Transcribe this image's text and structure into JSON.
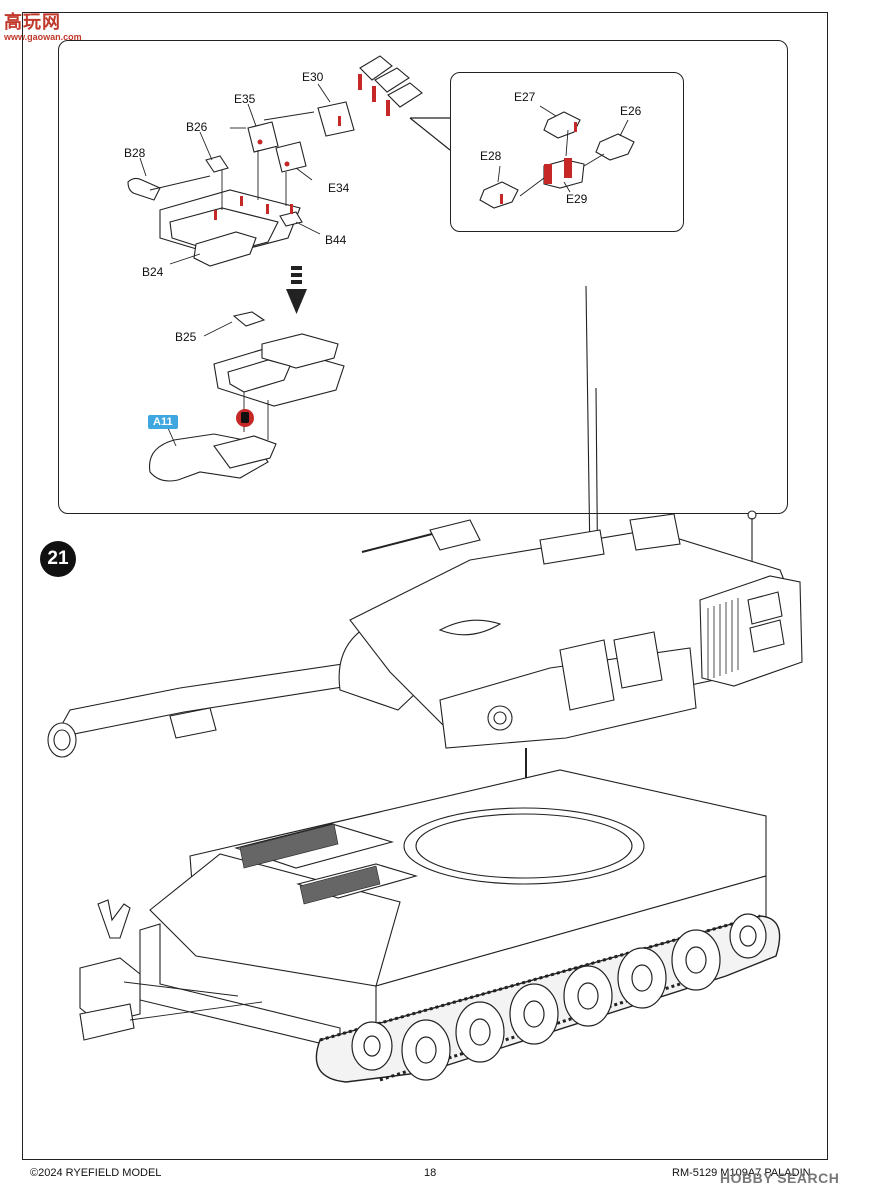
{
  "watermark": {
    "brand": "高玩网",
    "url": "www.gaowan.com"
  },
  "step_number": "21",
  "labels": {
    "e30": "E30",
    "e35": "E35",
    "b26": "B26",
    "b28": "B28",
    "e34": "E34",
    "b44": "B44",
    "b24": "B24",
    "b25": "B25",
    "a11": "A11",
    "e27": "E27",
    "e26": "E26",
    "e28": "E28",
    "e29": "E29"
  },
  "footer": {
    "copyright": "©2024 RYEFIELD MODEL",
    "page": "18",
    "product": "RM-5129 M109A7 PALADIN"
  },
  "brand": {
    "hobby": "HOBBY",
    "search": "SEARCH"
  },
  "colors": {
    "highlight_red": "#c62828",
    "badge_blue": "#3fa7df"
  },
  "icons": [
    "down-arrow-icon",
    "glue-icon"
  ]
}
